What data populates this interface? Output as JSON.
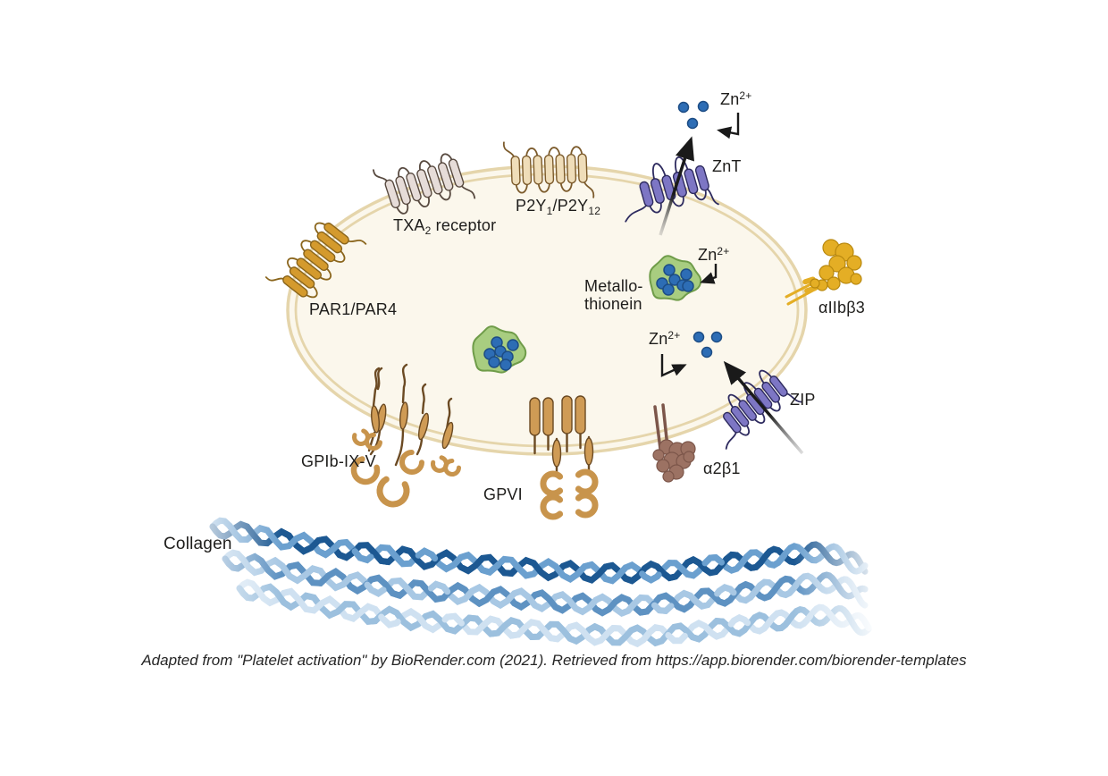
{
  "palette": {
    "membrane": "#e5d5ab",
    "cell_fill": "#fbf7ec",
    "gold": "#d49a2d",
    "gold_dark": "#8a651c",
    "tan": "#c8944c",
    "tan_fill": "#cf9b55",
    "tan_dark": "#6b4a23",
    "purple": "#7d76c4",
    "purple_dark": "#2e2b5f",
    "pink_gray": "#e6dcd8",
    "pink_gray_dark": "#57493f",
    "beige": "#efddb9",
    "beige_dark": "#7c5b2c",
    "green": "#a8cd80",
    "green_dark": "#6f9c49",
    "zinc_blue": "#2d6db5",
    "zinc_blue_dark": "#1d4d85",
    "yellow": "#e4ae25",
    "yellow_dark": "#b8880f",
    "brown": "#9c7263",
    "brown_dark": "#7c564a",
    "arrow": "#1a1a1a",
    "collagen_dark": "#1c5892",
    "collagen_mid": "#5e92c2",
    "collagen_light": "#9cc0de",
    "text": "#1e1d1b"
  },
  "labels": {
    "par": "PAR1/PAR4",
    "txa_base": "TXA",
    "txa_sub": "2",
    "txa_rest": " receptor",
    "p2y_b1": "P2Y",
    "p2y_s1": "1",
    "p2y_b2": "/P2Y",
    "p2y_s2": "12",
    "znt": "ZnT",
    "zip": "ZIP",
    "zn_base": "Zn",
    "zn_sup": "2+",
    "mt_line1": "Metallo-",
    "mt_line2": "thionein",
    "aiibb3": "αIIbβ3",
    "a2b1": "α2β1",
    "gpib": "GPIb-IX-V",
    "gpvi": "GPVI",
    "collagen": "Collagen"
  },
  "caption": "Adapted from \"Platelet activation\" by BioRender.com (2021). Retrieved from https://app.biorender.com/biorender-templates"
}
